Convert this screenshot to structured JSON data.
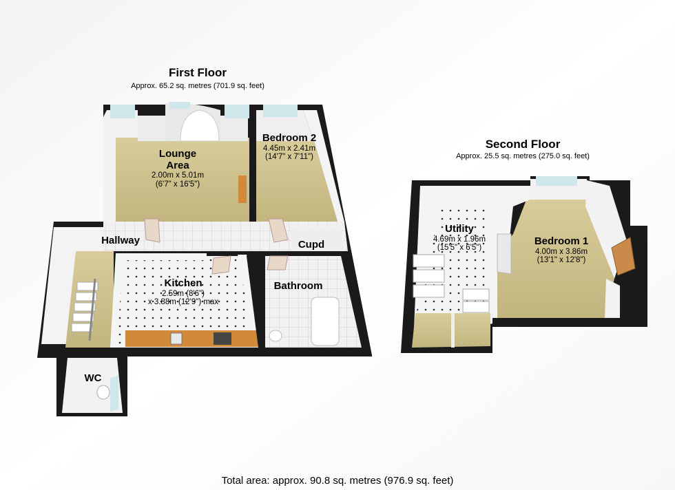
{
  "first_floor": {
    "title": "First Floor",
    "area": "Approx. 65.2 sq. metres (701.9 sq. feet)",
    "rooms": {
      "lounge": {
        "name_line1": "Lounge",
        "name_line2": "Area",
        "dim_m": "2.00m x 5.01m",
        "dim_ft": "(6'7\" x 16'5\")"
      },
      "bedroom2": {
        "name": "Bedroom 2",
        "dim_m": "4.45m x 2.41m",
        "dim_ft": "(14'7\" x 7'11\")"
      },
      "hallway": {
        "name": "Hallway"
      },
      "cupd": {
        "name": "Cupd"
      },
      "kitchen": {
        "name": "Kitchen",
        "dim_1": "2.59m (8'6\")",
        "dim_2": "x 3.88m (12'9\") max"
      },
      "bathroom": {
        "name": "Bathroom"
      },
      "wc": {
        "name": "WC"
      }
    }
  },
  "second_floor": {
    "title": "Second Floor",
    "area": "Approx. 25.5 sq. metres (275.0 sq. feet)",
    "rooms": {
      "utility": {
        "name": "Utility",
        "dim_m": "4.69m x 1.96m",
        "dim_ft": "(15'5\" x 6'5\")"
      },
      "bedroom1": {
        "name": "Bedroom 1",
        "dim_m": "4.00m x 3.86m",
        "dim_ft": "(13'1\" x 12'8\")"
      }
    }
  },
  "total_area": "Total area: approx. 90.8 sq. metres (976.9 sq. feet)",
  "colors": {
    "wall_top": "#111111",
    "wall_inner": "#f4f4f4",
    "carpet": "#cdbf8c",
    "floor_tile": "#f2f2f2",
    "worktop": "#d08a3a",
    "window": "#cfe6ea"
  }
}
